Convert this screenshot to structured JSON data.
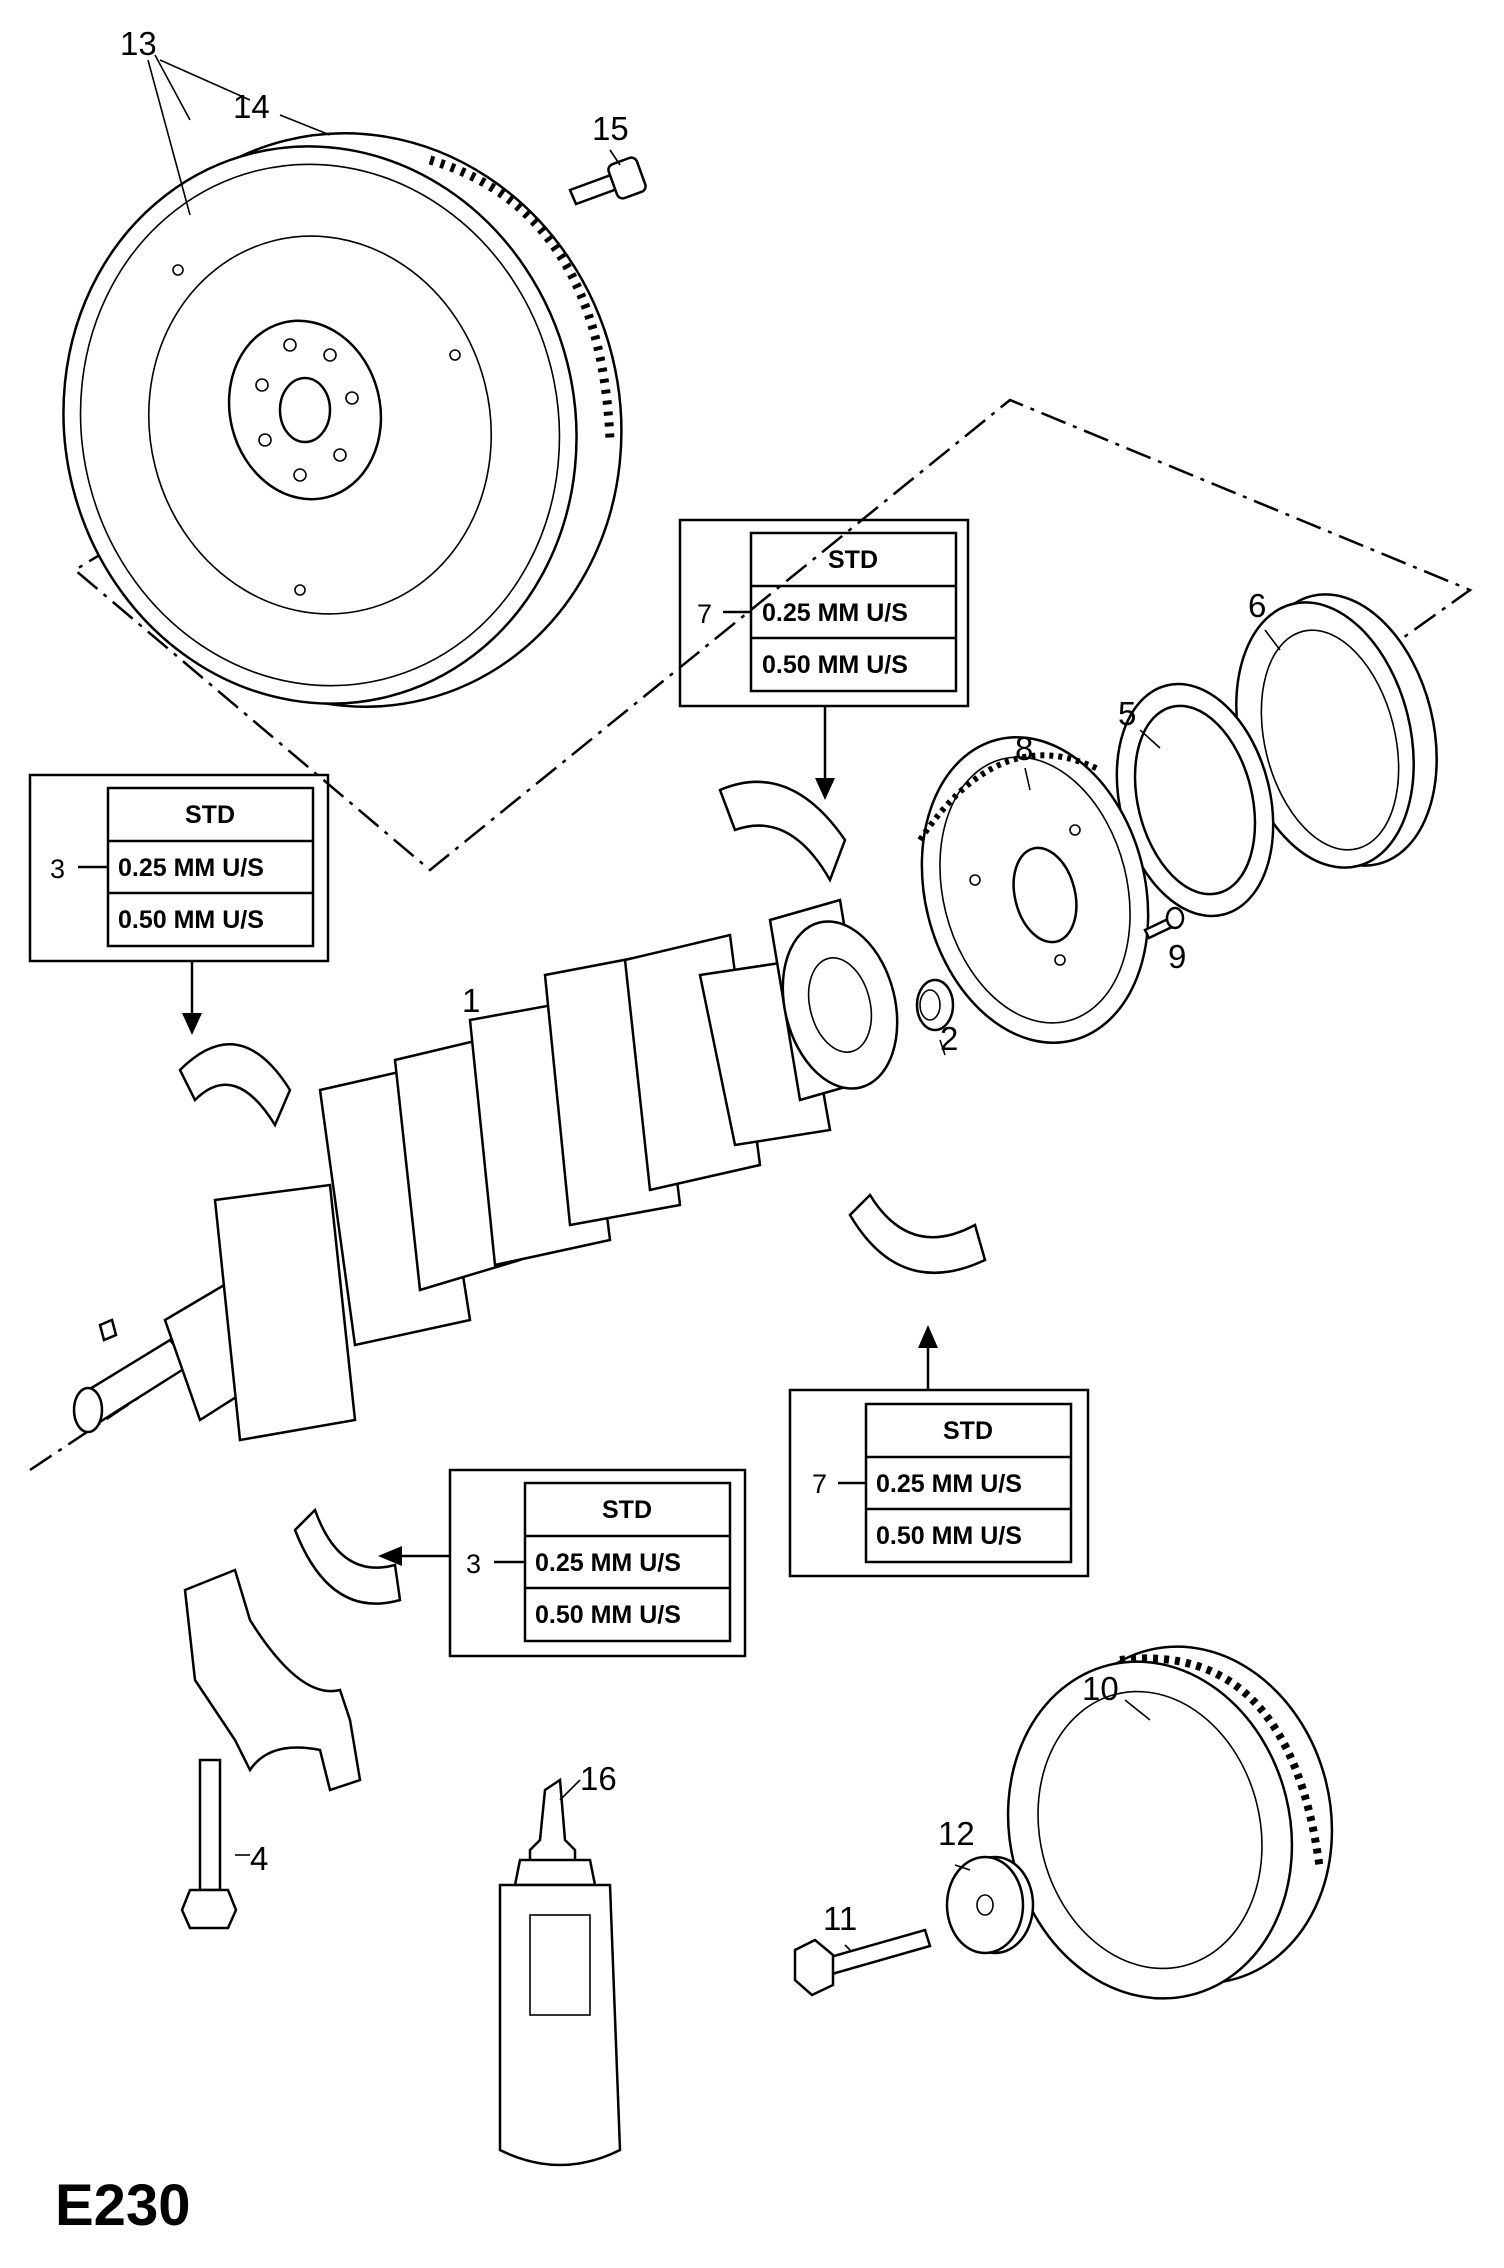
{
  "diagram_code": "E230",
  "callouts": {
    "c1": "1",
    "c2": "2",
    "c3a": "3",
    "c3b": "3",
    "c4": "4",
    "c5": "5",
    "c6": "6",
    "c7a": "7",
    "c7b": "7",
    "c8": "8",
    "c9": "9",
    "c10": "10",
    "c11": "11",
    "c12": "12",
    "c13": "13",
    "c14": "14",
    "c15": "15",
    "c16": "16"
  },
  "tables": {
    "t1": [
      "STD",
      "0.25  MM U/S",
      "0.50  MM U/S"
    ],
    "t2": [
      "STD",
      "0.25  MM U/S",
      "0.50  MM U/S"
    ],
    "t3": [
      "STD",
      "0.25  MM U/S",
      "0.50  MM U/S"
    ],
    "t4": [
      "STD",
      "0.25  MM U/S",
      "0.50  MM U/S"
    ]
  }
}
